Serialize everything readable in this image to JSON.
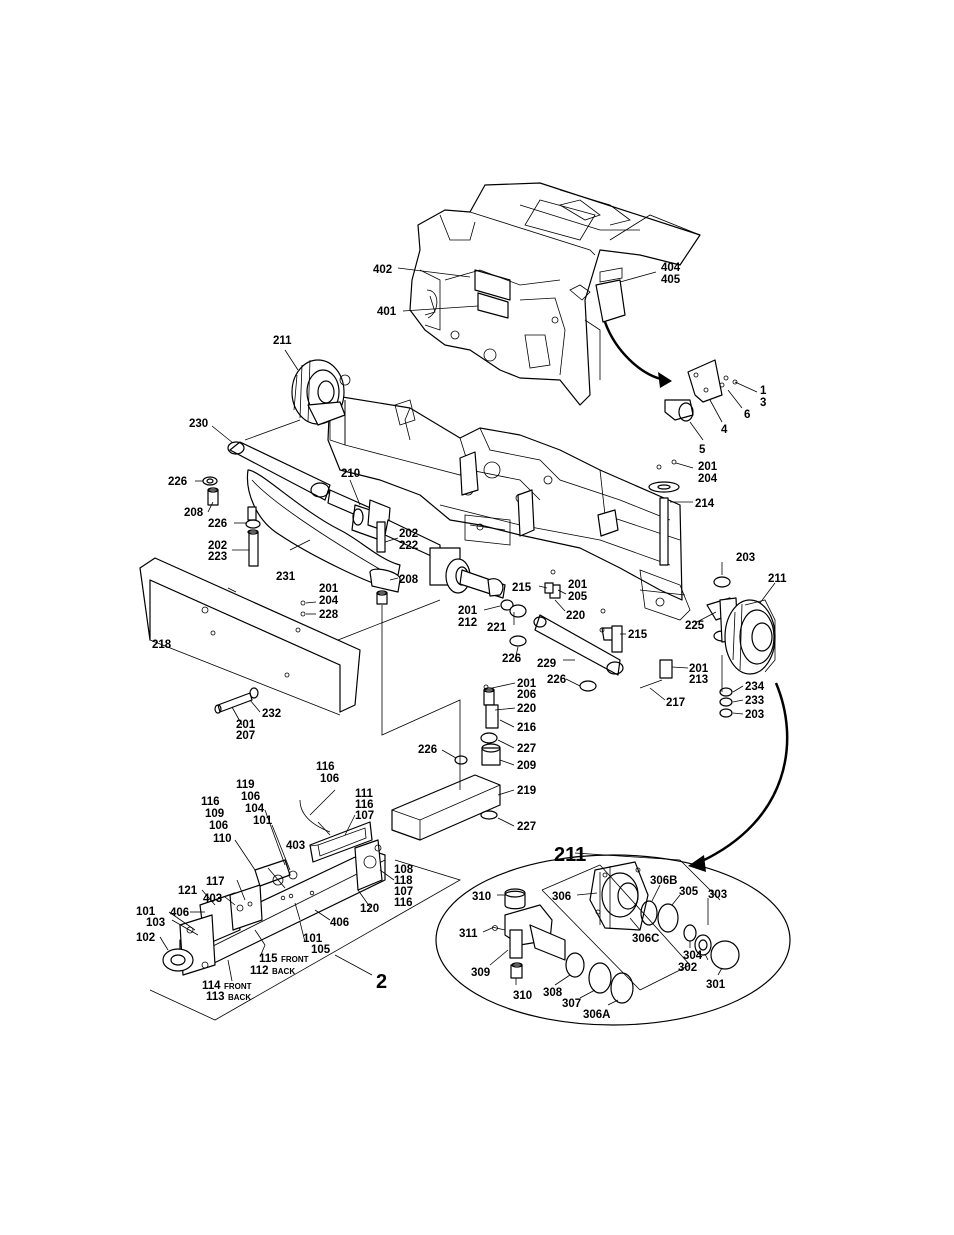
{
  "callouts": [
    {
      "id": "c402",
      "text": "402"
    },
    {
      "id": "c401",
      "text": "401"
    },
    {
      "id": "c404",
      "text": "404"
    },
    {
      "id": "c405",
      "text": "405"
    },
    {
      "id": "c1",
      "text": "1"
    },
    {
      "id": "c3",
      "text": "3"
    },
    {
      "id": "c6",
      "text": "6"
    },
    {
      "id": "c4",
      "text": "4"
    },
    {
      "id": "c5",
      "text": "5"
    },
    {
      "id": "c211a",
      "text": "211"
    },
    {
      "id": "c230",
      "text": "230"
    },
    {
      "id": "c226a",
      "text": "226"
    },
    {
      "id": "c208a",
      "text": "208"
    },
    {
      "id": "c226b",
      "text": "226"
    },
    {
      "id": "c202a",
      "text": "202"
    },
    {
      "id": "c223",
      "text": "223"
    },
    {
      "id": "c210",
      "text": "210"
    },
    {
      "id": "c202b",
      "text": "202"
    },
    {
      "id": "c222",
      "text": "222"
    },
    {
      "id": "c231",
      "text": "231"
    },
    {
      "id": "c208b",
      "text": "208"
    },
    {
      "id": "c201a",
      "text": "201"
    },
    {
      "id": "c204a",
      "text": "204"
    },
    {
      "id": "c214",
      "text": "214"
    },
    {
      "id": "c201b",
      "text": "201"
    },
    {
      "id": "c204b",
      "text": "204"
    },
    {
      "id": "c228",
      "text": "228"
    },
    {
      "id": "c218",
      "text": "218"
    },
    {
      "id": "c215a",
      "text": "215"
    },
    {
      "id": "c201c",
      "text": "201"
    },
    {
      "id": "c205",
      "text": "205"
    },
    {
      "id": "c201d",
      "text": "201"
    },
    {
      "id": "c212",
      "text": "212"
    },
    {
      "id": "c221",
      "text": "221"
    },
    {
      "id": "c220a",
      "text": "220"
    },
    {
      "id": "c203a",
      "text": "203"
    },
    {
      "id": "c211b",
      "text": "211"
    },
    {
      "id": "c225",
      "text": "225"
    },
    {
      "id": "c215b",
      "text": "215"
    },
    {
      "id": "c226c",
      "text": "226"
    },
    {
      "id": "c229",
      "text": "229"
    },
    {
      "id": "c201e",
      "text": "201"
    },
    {
      "id": "c213",
      "text": "213"
    },
    {
      "id": "c226d",
      "text": "226"
    },
    {
      "id": "c201f",
      "text": "201"
    },
    {
      "id": "c206a",
      "text": "206"
    },
    {
      "id": "c220b",
      "text": "220"
    },
    {
      "id": "c234",
      "text": "234"
    },
    {
      "id": "c233",
      "text": "233"
    },
    {
      "id": "c203b",
      "text": "203"
    },
    {
      "id": "c217",
      "text": "217"
    },
    {
      "id": "c216",
      "text": "216"
    },
    {
      "id": "c232",
      "text": "232"
    },
    {
      "id": "c201g",
      "text": "201"
    },
    {
      "id": "c207a",
      "text": "207"
    },
    {
      "id": "c226e",
      "text": "226"
    },
    {
      "id": "c227a",
      "text": "227"
    },
    {
      "id": "c209",
      "text": "209"
    },
    {
      "id": "c219",
      "text": "219"
    },
    {
      "id": "c227b",
      "text": "227"
    },
    {
      "id": "c116a",
      "text": "116"
    },
    {
      "id": "c106a",
      "text": "106"
    },
    {
      "id": "c119",
      "text": "119"
    },
    {
      "id": "c106b",
      "text": "106"
    },
    {
      "id": "c104",
      "text": "104"
    },
    {
      "id": "c101a",
      "text": "101"
    },
    {
      "id": "c116b",
      "text": "116"
    },
    {
      "id": "c109",
      "text": "109"
    },
    {
      "id": "c106c",
      "text": "106"
    },
    {
      "id": "c110",
      "text": "110"
    },
    {
      "id": "c111",
      "text": "111"
    },
    {
      "id": "c116c",
      "text": "116"
    },
    {
      "id": "c107a",
      "text": "107"
    },
    {
      "id": "c403a",
      "text": "403"
    },
    {
      "id": "c108",
      "text": "108"
    },
    {
      "id": "c118",
      "text": "118"
    },
    {
      "id": "c107b",
      "text": "107"
    },
    {
      "id": "c116d",
      "text": "116"
    },
    {
      "id": "c117",
      "text": "117"
    },
    {
      "id": "c121",
      "text": "121"
    },
    {
      "id": "c403b",
      "text": "403"
    },
    {
      "id": "c120",
      "text": "120"
    },
    {
      "id": "c101b",
      "text": "101"
    },
    {
      "id": "c103",
      "text": "103"
    },
    {
      "id": "c406a",
      "text": "406"
    },
    {
      "id": "c406b",
      "text": "406"
    },
    {
      "id": "c102",
      "text": "102"
    },
    {
      "id": "c101c",
      "text": "101"
    },
    {
      "id": "c105",
      "text": "105"
    },
    {
      "id": "c115",
      "text": "115"
    },
    {
      "id": "c112",
      "text": "112"
    },
    {
      "id": "c114",
      "text": "114"
    },
    {
      "id": "c113",
      "text": "113"
    },
    {
      "id": "c310a",
      "text": "310"
    },
    {
      "id": "c306",
      "text": "306"
    },
    {
      "id": "c306b",
      "text": "306B"
    },
    {
      "id": "c305",
      "text": "305"
    },
    {
      "id": "c303",
      "text": "303"
    },
    {
      "id": "c311",
      "text": "311"
    },
    {
      "id": "c306c",
      "text": "306C"
    },
    {
      "id": "c304",
      "text": "304"
    },
    {
      "id": "c302",
      "text": "302"
    },
    {
      "id": "c309",
      "text": "309"
    },
    {
      "id": "c310b",
      "text": "310"
    },
    {
      "id": "c308",
      "text": "308"
    },
    {
      "id": "c307",
      "text": "307"
    },
    {
      "id": "c306a",
      "text": "306A"
    },
    {
      "id": "c301",
      "text": "301"
    }
  ],
  "qualifiers": {
    "front_a": "FRONT",
    "back_a": "BACK",
    "front_b": "FRONT",
    "back_b": "BACK"
  },
  "group_labels": {
    "detail_211": "211",
    "group_2": "2"
  }
}
